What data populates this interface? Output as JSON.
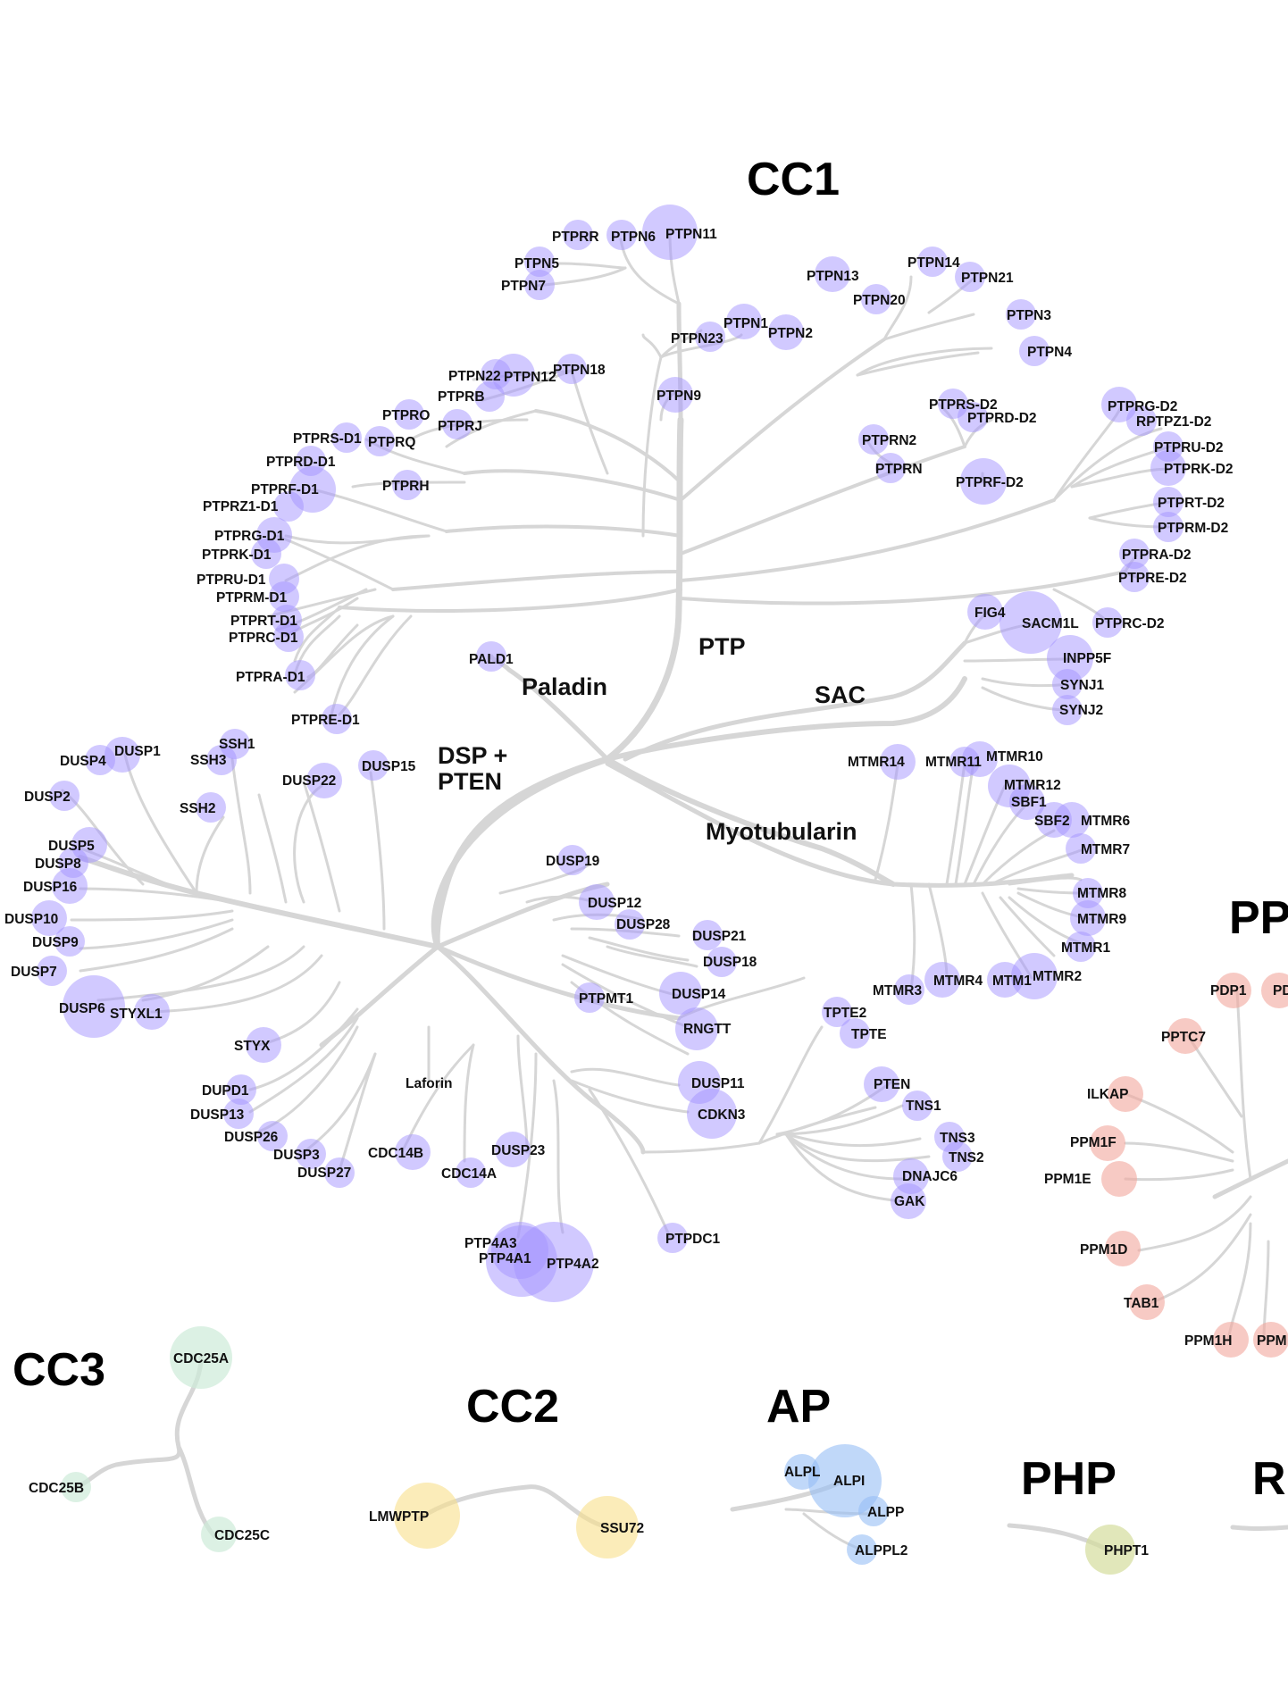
{
  "group_colors": {
    "CC1": "#a494ff",
    "CC3": "#cdebd9",
    "CC2": "#f8e08a",
    "AP": "#96bef5",
    "PHP": "#d4dd9c",
    "PP": "#f2a79c"
  },
  "titles": {
    "cc1": "CC1",
    "cc3": "CC3",
    "cc2": "CC2",
    "ap": "AP",
    "php": "PHP",
    "pp_partial": "PP",
    "r_partial": "R"
  },
  "subgroup_labels": {
    "ptp": "PTP",
    "paladin": "Paladin",
    "sac": "SAC",
    "dsp_line1": "DSP +",
    "dsp_line2": "PTEN",
    "myotubularin": "Myotubularin"
  },
  "nodes": {
    "PTPRR": "PTPRR",
    "PTPN6": "PTPN6",
    "PTPN11": "PTPN11",
    "PTPN5": "PTPN5",
    "PTPN7": "PTPN7",
    "PTPN13": "PTPN13",
    "PTPN14": "PTPN14",
    "PTPN21": "PTPN21",
    "PTPN20": "PTPN20",
    "PTPN3": "PTPN3",
    "PTPN4": "PTPN4",
    "PTPN1": "PTPN1",
    "PTPN23": "PTPN23",
    "PTPN2": "PTPN2",
    "PTPN9": "PTPN9",
    "PTPN18": "PTPN18",
    "PTPN22": "PTPN22",
    "PTPN12": "PTPN12",
    "PTPRB": "PTPRB",
    "PTPRO": "PTPRO",
    "PTPRJ": "PTPRJ",
    "PTPRQ": "PTPRQ",
    "PTPRH": "PTPRH",
    "PTPRS_D1": "PTPRS-D1",
    "PTPRD_D1": "PTPRD-D1",
    "PTPRF_D1": "PTPRF-D1",
    "PTPRZ1_D1": "PTPRZ1-D1",
    "PTPRG_D1": "PTPRG-D1",
    "PTPRK_D1": "PTPRK-D1",
    "PTPRU_D1": "PTPRU-D1",
    "PTPRM_D1": "PTPRM-D1",
    "PTPRT_D1": "PTPRT-D1",
    "PTPRC_D1": "PTPRC-D1",
    "PTPRA_D1": "PTPRA-D1",
    "PTPRE_D1": "PTPRE-D1",
    "PTPRS_D2": "PTPRS-D2",
    "PTPRD_D2": "PTPRD-D2",
    "PTPRN2": "PTPRN2",
    "PTPRN": "PTPRN",
    "PTPRF_D2": "PTPRF-D2",
    "PTPRG_D2": "PTPRG-D2",
    "RPTPZ1_D2": "RPTPZ1-D2",
    "PTPRU_D2": "PTPRU-D2",
    "PTPRK_D2": "PTPRK-D2",
    "PTPRT_D2": "PTPRT-D2",
    "PTPRM_D2": "PTPRM-D2",
    "PTPRA_D2": "PTPRA-D2",
    "PTPRE_D2": "PTPRE-D2",
    "PTPRC_D2": "PTPRC-D2",
    "FIG4": "FIG4",
    "SACM1L": "SACM1L",
    "INPP5F": "INPP5F",
    "SYNJ1": "SYNJ1",
    "SYNJ2": "SYNJ2",
    "PALD1": "PALD1",
    "MTMR14": "MTMR14",
    "MTMR11": "MTMR11",
    "MTMR10": "MTMR10",
    "MTMR12": "MTMR12",
    "SBF1": "SBF1",
    "SBF2": "SBF2",
    "MTMR6": "MTMR6",
    "MTMR7": "MTMR7",
    "MTMR8": "MTMR8",
    "MTMR9": "MTMR9",
    "MTMR1": "MTMR1",
    "MTMR2": "MTMR2",
    "MTM1": "MTM1",
    "MTMR4": "MTMR4",
    "MTMR3": "MTMR3",
    "DUSP4": "DUSP4",
    "DUSP1": "DUSP1",
    "SSH1": "SSH1",
    "SSH3": "SSH3",
    "DUSP22": "DUSP22",
    "DUSP15": "DUSP15",
    "DUSP2": "DUSP2",
    "SSH2": "SSH2",
    "DUSP5": "DUSP5",
    "DUSP8": "DUSP8",
    "DUSP16": "DUSP16",
    "DUSP10": "DUSP10",
    "DUSP9": "DUSP9",
    "DUSP7": "DUSP7",
    "DUSP6": "DUSP6",
    "STYXL1": "STYXL1",
    "STYX": "STYX",
    "DUSP19": "DUSP19",
    "DUSP12": "DUSP12",
    "DUSP28": "DUSP28",
    "DUSP21": "DUSP21",
    "DUSP18": "DUSP18",
    "PTPMT1": "PTPMT1",
    "DUSP14": "DUSP14",
    "RNGTT": "RNGTT",
    "DUPD1": "DUPD1",
    "DUSP13": "DUSP13",
    "DUSP26": "DUSP26",
    "DUSP3": "DUSP3",
    "DUSP27": "DUSP27",
    "Laforin": "Laforin",
    "CDC14B": "CDC14B",
    "CDC14A": "CDC14A",
    "DUSP23": "DUSP23",
    "DUSP11": "DUSP11",
    "CDKN3": "CDKN3",
    "PTP4A3": "PTP4A3",
    "PTP4A1": "PTP4A1",
    "PTP4A2": "PTP4A2",
    "PTPDC1": "PTPDC1",
    "TPTE2": "TPTE2",
    "TPTE": "TPTE",
    "PTEN": "PTEN",
    "TNS1": "TNS1",
    "TNS3": "TNS3",
    "TNS2": "TNS2",
    "DNAJC6": "DNAJC6",
    "GAK": "GAK",
    "PDP1": "PDP1",
    "PDP2_partial": "PD",
    "PPTC7": "PPTC7",
    "ILKAP": "ILKAP",
    "PPM1F": "PPM1F",
    "PPM1E": "PPM1E",
    "PPM1D": "PPM1D",
    "TAB1": "TAB1",
    "PPM1H": "PPM1H",
    "PPM_partial": "PPM",
    "CDC25A": "CDC25A",
    "CDC25B": "CDC25B",
    "CDC25C": "CDC25C",
    "LMWPTP": "LMWPTP",
    "SSU72": "SSU72",
    "ALPL": "ALPL",
    "ALPI": "ALPI",
    "ALPP": "ALPP",
    "ALPPL2": "ALPPL2",
    "PHPT1": "PHPT1"
  }
}
